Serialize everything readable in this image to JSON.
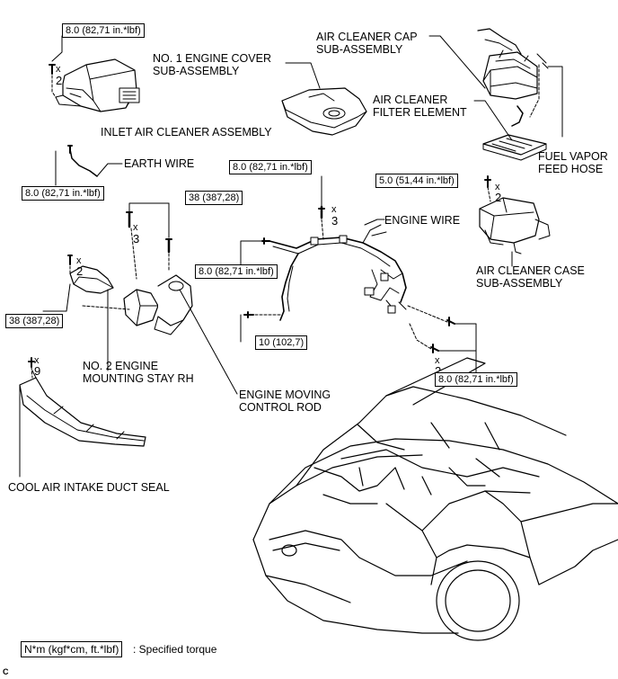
{
  "labels": {
    "no1_engine_cover": [
      "NO. 1 ENGINE COVER",
      "SUB-ASSEMBLY"
    ],
    "air_cleaner_cap": [
      "AIR CLEANER CAP",
      "SUB-ASSEMBLY"
    ],
    "air_cleaner_filter": [
      "AIR CLEANER",
      "FILTER ELEMENT"
    ],
    "inlet_air_cleaner": "INLET AIR CLEANER ASSEMBLY",
    "fuel_vapor_feed_hose": [
      "FUEL VAPOR",
      "FEED HOSE"
    ],
    "earth_wire": "EARTH WIRE",
    "engine_wire": "ENGINE WIRE",
    "air_cleaner_case": [
      "AIR CLEANER CASE",
      "SUB-ASSEMBLY"
    ],
    "no2_engine_mounting_stay": [
      "NO. 2 ENGINE",
      "MOUNTING STAY RH"
    ],
    "engine_moving_control_rod": [
      "ENGINE MOVING",
      "CONTROL ROD"
    ],
    "cool_air_intake_duct_seal": "COOL AIR INTAKE DUCT SEAL"
  },
  "torque": {
    "inlet": "8.0 (82,71 in.*lbf)",
    "earth": "8.0 (82,71 in.*lbf)",
    "control_rod": "38 (387,28)",
    "wire_top": "8.0 (82,71 in.*lbf)",
    "case": "5.0 (51,44 in.*lbf)",
    "wire_left": "8.0 (82,71 in.*lbf)",
    "stay": "38 (387,28)",
    "wire_bottom": "10 (102,7)",
    "wire_right": "8.0 (82,71 in.*lbf)"
  },
  "quantities": {
    "inlet": [
      "x",
      "2"
    ],
    "control_rod": [
      "x",
      "3"
    ],
    "wire_top": [
      "x",
      "3"
    ],
    "case": [
      "x",
      "2"
    ],
    "stay": [
      "x",
      "2"
    ],
    "seal": [
      "x",
      "9"
    ],
    "wire_right": [
      "x",
      "2"
    ]
  },
  "legend": {
    "unit": "N*m (kgf*cm, ft.*lbf)",
    "description": ": Specified torque"
  },
  "corner_mark": "C"
}
